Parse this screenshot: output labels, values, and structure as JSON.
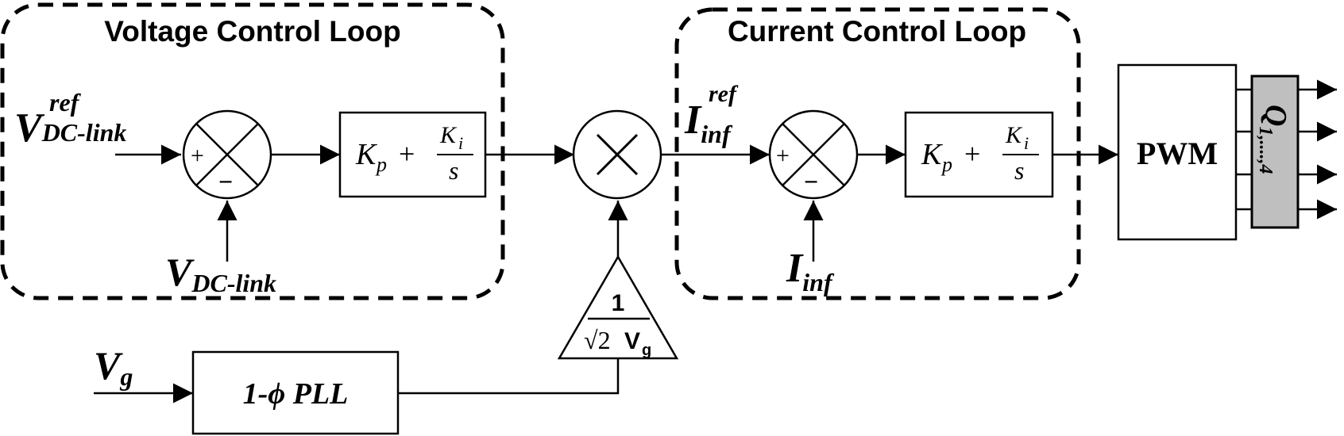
{
  "voltage_loop": {
    "title": "Voltage Control Loop",
    "input_ref": {
      "main": "V",
      "sub": "DC-link",
      "sup": "ref"
    },
    "feedback": {
      "main": "V",
      "sub": "DC-link"
    },
    "sum_plus": "+",
    "sum_minus": "−",
    "controller": {
      "kp_main": "K",
      "kp_sub": "p",
      "plus": "+",
      "ki_main": "K",
      "ki_sub": "i",
      "den": "s"
    }
  },
  "current_loop": {
    "title": "Current Control Loop",
    "input_ref": {
      "main": "I",
      "sub": "inf",
      "sup": "ref"
    },
    "feedback": {
      "main": "I",
      "sub": "inf"
    },
    "sum_plus": "+",
    "sum_minus": "−",
    "controller": {
      "kp_main": "K",
      "kp_sub": "p",
      "plus": "+",
      "ki_main": "K",
      "ki_sub": "i",
      "den": "s"
    }
  },
  "multiplier": {
    "symbol": "×"
  },
  "gain": {
    "numerator": "1",
    "denominator_root": "√2",
    "denominator_var": "V",
    "denominator_sub": "g"
  },
  "grid_input": {
    "main": "V",
    "sub": "g"
  },
  "pll": {
    "label": "1-ϕ PLL"
  },
  "pwm": {
    "label": "PWM"
  },
  "switches": {
    "label_main": "Q",
    "label_sub": "1,....,4"
  }
}
